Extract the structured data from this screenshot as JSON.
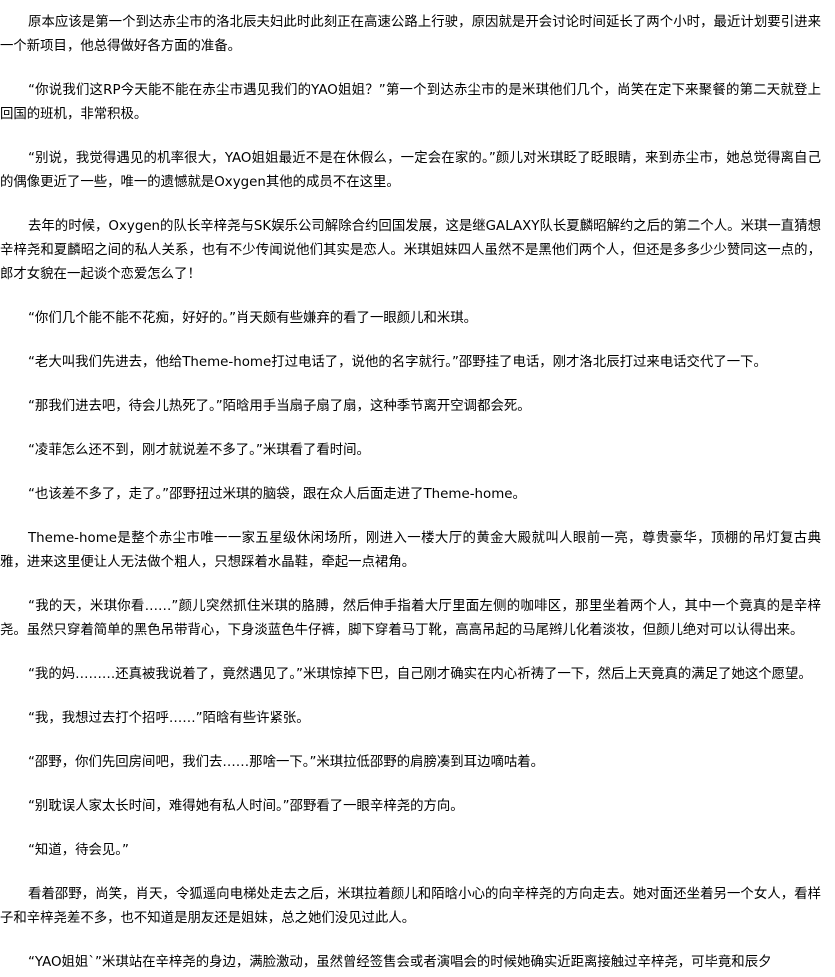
{
  "paragraphs": [
    "原本应该是第一个到达赤尘市的洛北辰夫妇此时此刻正在高速公路上行驶，原因就是开会讨论时间延长了两个小时，最近计划要引进来一个新项目，他总得做好各方面的准备。",
    "“你说我们这RP今天能不能在赤尘市遇见我们的YAO姐姐？”第一个到达赤尘市的是米琪他们几个，尚笑在定下来聚餐的第二天就登上回国的班机，非常积极。",
    "“别说，我觉得遇见的机率很大，YAO姐姐最近不是在休假么，一定会在家的。”颜儿对米琪眨了眨眼睛，来到赤尘市，她总觉得离自己的偶像更近了一些，唯一的遗憾就是Oxygen其他的成员不在这里。",
    "去年的时候，Oxygen的队长辛梓尧与SK娱乐公司解除合约回国发展，这是继GALAXY队长夏麟昭解约之后的第二个人。米琪一直猜想辛梓尧和夏麟昭之间的私人关系，也有不少传闻说他们其实是恋人。米琪姐妹四人虽然不是黑他们两个人，但还是多多少少赞同这一点的，郎才女貌在一起谈个恋爱怎么了！",
    "“你们几个能不能不花痴，好好的。”肖天颇有些嫌弃的看了一眼颜儿和米琪。",
    "“老大叫我们先进去，他给Theme-home打过电话了，说他的名字就行。”邵野挂了电话，刚才洛北辰打过来电话交代了一下。",
    "“那我们进去吧，待会儿热死了。”陌晗用手当扇子扇了扇，这种季节离开空调都会死。",
    "“凌菲怎么还不到，刚才就说差不多了。”米琪看了看时间。",
    "“也该差不多了，走了。”邵野扭过米琪的脑袋，跟在众人后面走进了Theme-home。",
    "Theme-home是整个赤尘市唯一一家五星级休闲场所，刚进入一楼大厅的黄金大殿就叫人眼前一亮，尊贵豪华，顶棚的吊灯复古典雅，进来这里便让人无法做个粗人，只想踩着水晶鞋，牵起一点裙角。",
    "“我的天，米琪你看……”颜儿突然抓住米琪的胳膊，然后伸手指着大厅里面左侧的咖啡区，那里坐着两个人，其中一个竟真的是辛梓尧。虽然只穿着简单的黑色吊带背心，下身淡蓝色牛仔裤，脚下穿着马丁靴，高高吊起的马尾辫儿化着淡妆，但颜儿绝对可以认得出来。",
    "“我的妈………还真被我说着了，竟然遇见了。”米琪惊掉下巴，自己刚才确实在内心祈祷了一下，然后上天竟真的满足了她这个愿望。",
    "“我，我想过去打个招呼……”陌晗有些许紧张。",
    "“邵野，你们先回房间吧，我们去……那啥一下。”米琪拉低邵野的肩膀凑到耳边嘀咕着。",
    "“别耽误人家太长时间，难得她有私人时间。”邵野看了一眼辛梓尧的方向。",
    "“知道，待会见。”",
    "看着邵野，尚笑，肖天，令狐遥向电梯处走去之后，米琪拉着颜儿和陌晗小心的向辛梓尧的方向走去。她对面还坐着另一个女人，看样子和辛梓尧差不多，也不知道是朋友还是姐妹，总之她们没见过此人。",
    "“YAO姐姐`”米琪站在辛梓尧的身边，满脸激动，虽然曾经签售会或者演唱会的时候她确实近距离接触过辛梓尧，可毕竟和辰夕"
  ]
}
